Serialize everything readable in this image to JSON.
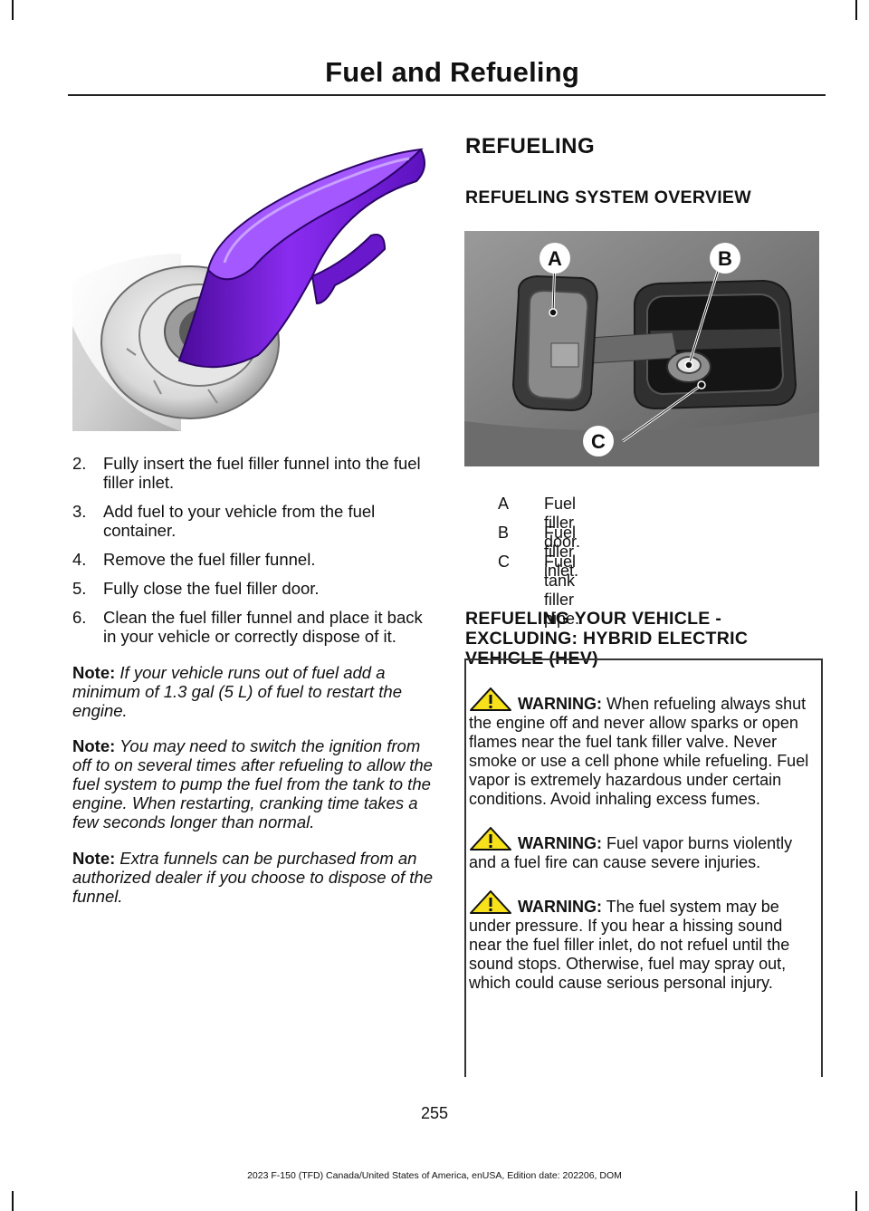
{
  "header": {
    "title": "Fuel and Refueling"
  },
  "figures": {
    "funnel_alt": "Fuel filler funnel in fuel filler inlet"
  },
  "steps": [
    {
      "num": "2.",
      "text": "Fully insert the fuel filler funnel into the fuel filler inlet."
    },
    {
      "num": "3.",
      "text": "Add fuel to your vehicle from the fuel container."
    },
    {
      "num": "4.",
      "text": "Remove the fuel filler funnel."
    },
    {
      "num": "5.",
      "text": "Fully close the fuel filler door."
    },
    {
      "num": "6.",
      "text": "Clean the fuel filler funnel and place it back in your vehicle or correctly dispose of it."
    }
  ],
  "notes": [
    {
      "label": "Note:",
      "text": " If your vehicle runs out of fuel add a minimum of 1.3 gal (5 L) of fuel to restart the engine."
    },
    {
      "label": "Note:",
      "text": " You may need to switch the ignition from off to on several times after refueling to allow the fuel system to pump the fuel from the tank to the engine. When restarting, cranking time takes a few seconds longer than normal."
    },
    {
      "label": "Note:",
      "text": " Extra funnels can be purchased from an authorized dealer if you choose to dispose of the funnel."
    }
  ],
  "section_title": "REFUELING",
  "overview_title": "REFUELING SYSTEM OVERVIEW",
  "callouts": {
    "a": "A",
    "b": "B",
    "c": "C"
  },
  "legend": [
    {
      "key": "A",
      "text": "Fuel filler door."
    },
    {
      "key": "B",
      "text": "Fuel filler inlet."
    },
    {
      "key": "C",
      "text": "Fuel tank filler pipe."
    }
  ],
  "refueling_title": "REFUELING YOUR VEHICLE - EXCLUDING: HYBRID ELECTRIC VEHICLE (HEV)",
  "warnings": [
    {
      "label": "WARNING:",
      "text": " When refueling always shut the engine off and never allow sparks or open flames near the fuel tank filler valve. Never smoke or use a cell phone while refueling. Fuel vapor is extremely hazardous under certain conditions. Avoid inhaling excess fumes."
    },
    {
      "label": "WARNING:",
      "text": " Fuel vapor burns violently and a fuel fire can cause severe injuries."
    },
    {
      "label": "WARNING:",
      "text": " The fuel system may be under pressure. If you hear a hissing sound near the fuel filler inlet, do not refuel until the sound stops. Otherwise, fuel may spray out, which could cause serious personal injury."
    }
  ],
  "page_number": "255",
  "footer": "2023 F-150 (TFD) Canada/United States of America, enUSA, Edition date: 202206, DOM",
  "colors": {
    "funnel_purple": "#7a1ee0",
    "text": "#111111",
    "warning_yellow": "#f6e11a"
  }
}
